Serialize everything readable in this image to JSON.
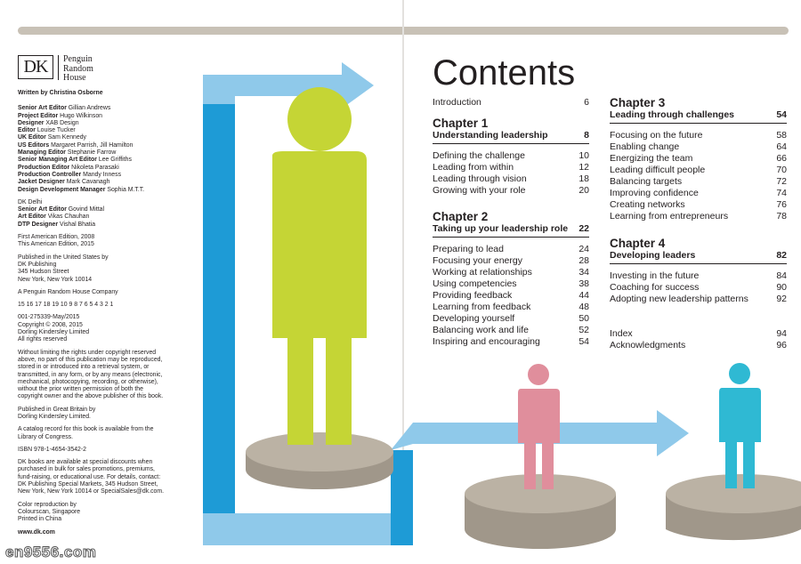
{
  "imprint": {
    "logo": {
      "mark": "DK",
      "publisher_lines": [
        "Penguin",
        "Random",
        "House"
      ]
    },
    "written_by": "Written by Christina Osborne",
    "credits": [
      {
        "role": "Senior Art Editor",
        "name": "Gillian Andrews"
      },
      {
        "role": "Project Editor",
        "name": "Hugo Wilkinson"
      },
      {
        "role": "Designer",
        "name": "XAB Design"
      },
      {
        "role": "Editor",
        "name": "Louise Tucker"
      },
      {
        "role": "UK Editor",
        "name": "Sam Kennedy"
      },
      {
        "role": "US Editors",
        "name": "Margaret Parrish, Jill Hamilton"
      },
      {
        "role": "Managing Editor",
        "name": "Stephanie Farrow"
      },
      {
        "role": "Senior Managing Art Editor",
        "name": "Lee Griffiths"
      },
      {
        "role": "Production Editor",
        "name": "Nikoleta Parasaki"
      },
      {
        "role": "Production Controller",
        "name": "Mandy Inness"
      },
      {
        "role": "Jacket Designer",
        "name": "Mark Cavanagh"
      },
      {
        "role": "Design Development Manager",
        "name": "Sophia M.T.T."
      }
    ],
    "delhi_heading": "DK Delhi",
    "delhi_credits": [
      {
        "role": "Senior Art Editor",
        "name": "Govind Mittal"
      },
      {
        "role": "Art Editor",
        "name": "Vikas Chauhan"
      },
      {
        "role": "DTP Designer",
        "name": "Vishal Bhatia"
      }
    ],
    "editions": [
      "First American Edition, 2008",
      "This American Edition, 2015"
    ],
    "published_in": [
      "Published in the United States by",
      "DK Publishing",
      "345 Hudson Street",
      "New York, New York 10014"
    ],
    "company": "A Penguin Random House Company",
    "print_numbers": "15 16 17 18 19  10 9 8 7 6 5 4 3 2 1",
    "code": "001-275339-May/2015",
    "copyright": [
      "Copyright © 2008, 2015",
      "Dorling Kindersley Limited",
      "All rights reserved"
    ],
    "rights": [
      "Without limiting the rights under copyright reserved",
      "above, no part of this publication may be reproduced,",
      "stored in or introduced into a retrieval system, or",
      "transmitted, in any form, or by any means (electronic,",
      "mechanical, photocopying, recording, or otherwise),",
      "without the prior written permission of both the",
      "copyright owner and the above publisher of this book."
    ],
    "great_britain": [
      "Published in Great Britain by",
      "Dorling Kindersley Limited."
    ],
    "catalog": [
      "A catalog record for this book is available from the",
      "Library of Congress."
    ],
    "isbn": "ISBN 978-1-4654-3542-2",
    "special": [
      "DK books are available at special discounts when",
      "purchased in bulk for sales promotions, premiums,",
      "fund-raising, or educational use. For details, contact:",
      "DK Publishing Special Markets, 345 Hudson Street,",
      "New York, New York 10014 or SpecialSales@dk.com."
    ],
    "color_repro": [
      "Color reproduction by",
      "Colourscan, Singapore",
      "Printed in China"
    ],
    "website": "www.dk.com"
  },
  "contents": {
    "title": "Contents",
    "intro": {
      "label": "Introduction",
      "page": "6"
    },
    "chapters_left": [
      {
        "number": "Chapter 1",
        "title": "Understanding leadership",
        "page": "8",
        "entries": [
          {
            "label": "Defining the challenge",
            "page": "10"
          },
          {
            "label": "Leading from within",
            "page": "12"
          },
          {
            "label": "Leading through vision",
            "page": "18"
          },
          {
            "label": "Growing with your role",
            "page": "20"
          }
        ]
      },
      {
        "number": "Chapter 2",
        "title": "Taking up your leadership role",
        "page": "22",
        "entries": [
          {
            "label": "Preparing to lead",
            "page": "24"
          },
          {
            "label": "Focusing your energy",
            "page": "28"
          },
          {
            "label": "Working at relationships",
            "page": "34"
          },
          {
            "label": "Using competencies",
            "page": "38"
          },
          {
            "label": "Providing feedback",
            "page": "44"
          },
          {
            "label": "Learning from feedback",
            "page": "48"
          },
          {
            "label": "Developing yourself",
            "page": "50"
          },
          {
            "label": "Balancing work and life",
            "page": "52"
          },
          {
            "label": "Inspiring and encouraging",
            "page": "54"
          }
        ]
      }
    ],
    "chapters_right": [
      {
        "number": "Chapter 3",
        "title": "Leading through challenges",
        "page": "54",
        "entries": [
          {
            "label": "Focusing on the future",
            "page": "58"
          },
          {
            "label": "Enabling change",
            "page": "64"
          },
          {
            "label": "Energizing the team",
            "page": "66"
          },
          {
            "label": "Leading difficult people",
            "page": "70"
          },
          {
            "label": "Balancing targets",
            "page": "72"
          },
          {
            "label": "Improving confidence",
            "page": "74"
          },
          {
            "label": "Creating networks",
            "page": "76"
          },
          {
            "label": "Learning from entrepreneurs",
            "page": "78"
          }
        ]
      },
      {
        "number": "Chapter 4",
        "title": "Developing leaders",
        "page": "82",
        "entries": [
          {
            "label": "Investing in the future",
            "page": "84"
          },
          {
            "label": "Coaching for success",
            "page": "90"
          },
          {
            "label": "Adopting new leadership patterns",
            "page": "92"
          }
        ]
      }
    ],
    "back_matter": [
      {
        "label": "Index",
        "page": "94"
      },
      {
        "label": "Acknowledgments",
        "page": "96"
      }
    ]
  },
  "watermark": "en9556.com",
  "colors": {
    "arrow_light": "#8fc9ea",
    "arrow_dark": "#1e9bd6",
    "figure_large": "#c5d535",
    "figure_pink": "#e08e9c",
    "figure_cyan": "#2fb9d3",
    "pedestal_top": "#bbb2a4",
    "pedestal_side": "#a0978a",
    "top_bar": "#c8c1b6"
  }
}
